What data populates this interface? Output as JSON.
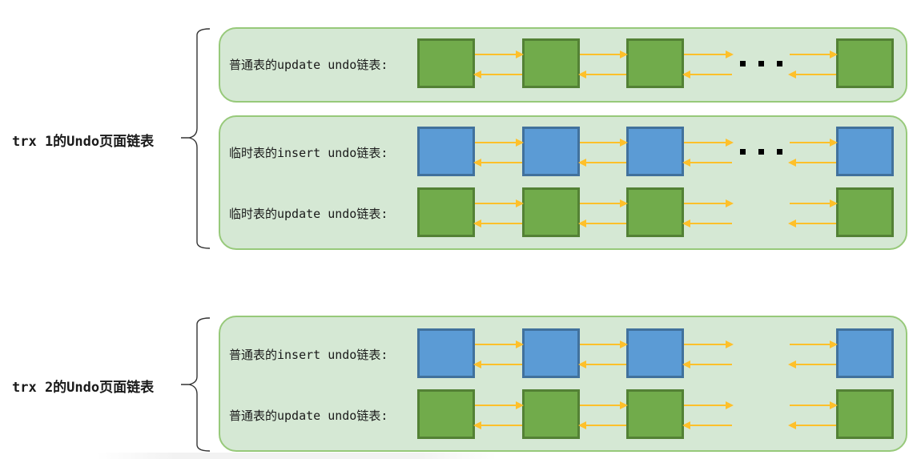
{
  "colors": {
    "panel_fill": "#d5e8d4",
    "panel_border": "#97c97a",
    "update_page_fill": "#71ab4b",
    "update_page_border": "#538135",
    "insert_page_fill": "#5b9bd5",
    "insert_page_border": "#41719c",
    "arrow": "#ffc02a",
    "ellipsis": "#000000"
  },
  "groups": [
    {
      "label": "trx 1的Undo页面链表",
      "panels": [
        {
          "rows": [
            {
              "label": "普通表的update undo链表:",
              "page_type": "update",
              "pages_shown": 4,
              "ellipsis": "■ ■ ■"
            }
          ]
        },
        {
          "rows": [
            {
              "label": "临时表的insert undo链表:",
              "page_type": "insert",
              "pages_shown": 4,
              "ellipsis": "■ ■ ■"
            },
            {
              "label": "临时表的update undo链表:",
              "page_type": "update",
              "pages_shown": 4,
              "ellipsis": ""
            }
          ]
        }
      ]
    },
    {
      "label": "trx 2的Undo页面链表",
      "panels": [
        {
          "rows": [
            {
              "label": "普通表的insert undo链表:",
              "page_type": "insert",
              "pages_shown": 4,
              "ellipsis": ""
            },
            {
              "label": "普通表的update undo链表:",
              "page_type": "update",
              "pages_shown": 4,
              "ellipsis": ""
            }
          ]
        }
      ]
    }
  ]
}
